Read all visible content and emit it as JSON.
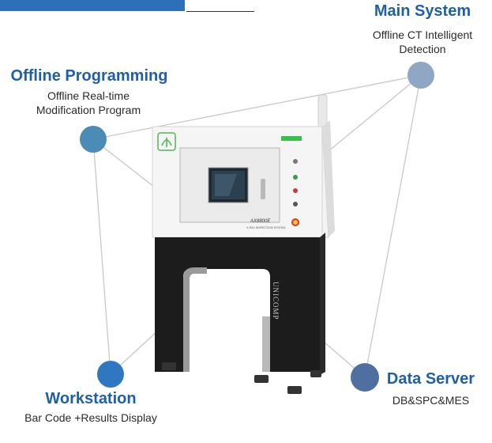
{
  "header": {
    "bar_color": "#2d6fb8"
  },
  "nodes": [
    {
      "title": "Main System",
      "desc_lines": [
        "Offline CT Intelligent",
        "Detection"
      ],
      "color": "#8fa6c4"
    },
    {
      "title": "Offline Programming",
      "desc_lines": [
        "Offline Real-time",
        "Modification Program"
      ],
      "color": "#4b8cb6"
    },
    {
      "title": "Workstation",
      "desc_lines": [
        "Bar Code +Results Display"
      ],
      "color": "#2f77c0"
    },
    {
      "title": "Data Server",
      "desc_lines": [
        "DB&SPC&MES"
      ],
      "color": "#4f6fa0"
    }
  ],
  "machine": {
    "model": "AX8800E",
    "subtitle": "X-RAY INSPECTION SYSTEM",
    "brand": "UNICOMP",
    "logo_icon": "unicomp-logo-icon"
  }
}
